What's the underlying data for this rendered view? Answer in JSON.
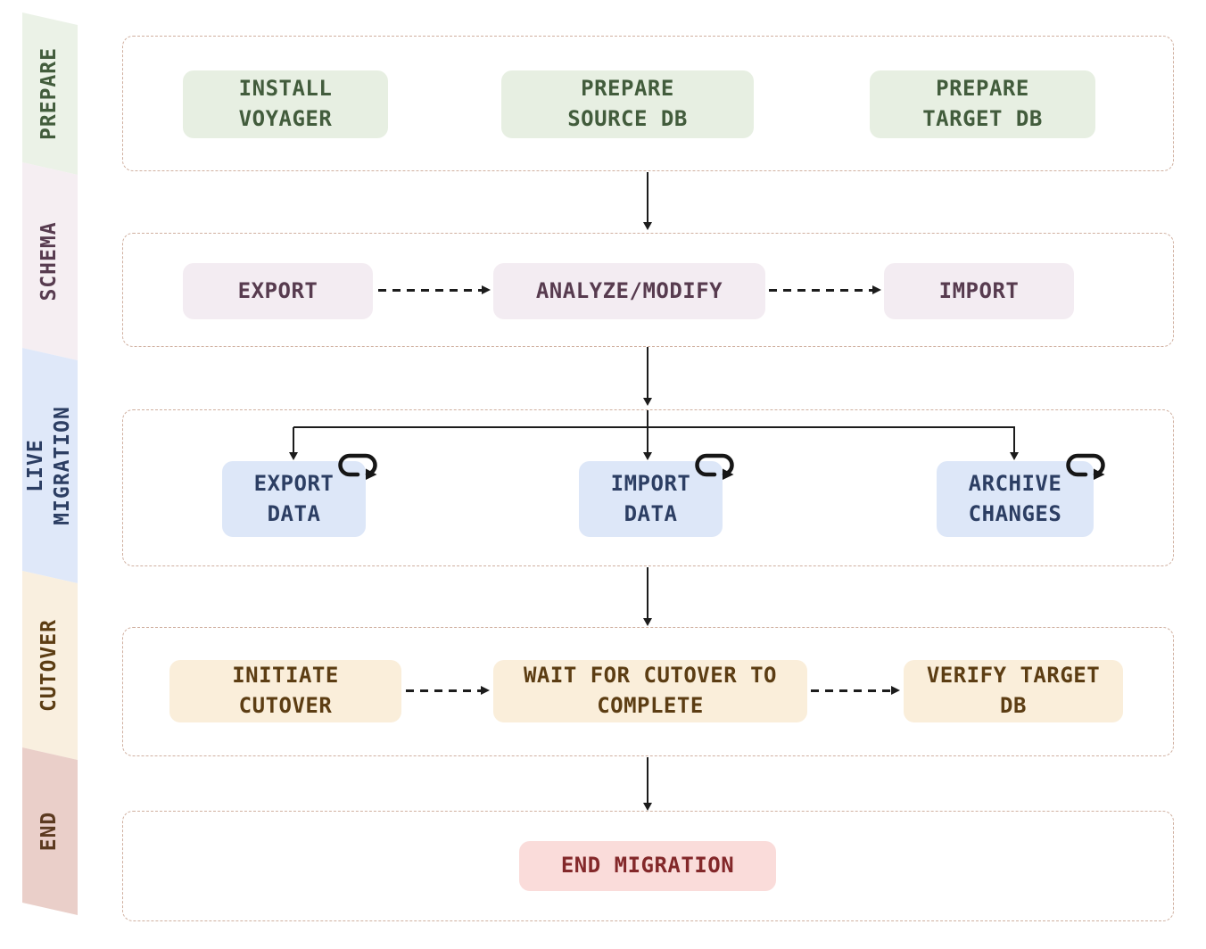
{
  "diagram": {
    "type": "flowchart",
    "subject": "database-migration-stages"
  },
  "stages": [
    {
      "id": "prepare",
      "label": "PREPARE",
      "colors": {
        "band": "#ebf2e7",
        "label": "#425c3c",
        "node_bg": "#e7efe2",
        "node_text": "#425c3c"
      },
      "nodes": [
        {
          "label": "INSTALL\nVOYAGER"
        },
        {
          "label": "PREPARE\nSOURCE DB"
        },
        {
          "label": "PREPARE\nTARGET DB"
        }
      ]
    },
    {
      "id": "schema",
      "label": "SCHEMA",
      "colors": {
        "band": "#f5eef2",
        "label": "#573b4f",
        "node_bg": "#f3ecf2",
        "node_text": "#573b4f"
      },
      "nodes": [
        {
          "label": "EXPORT"
        },
        {
          "label": "ANALYZE/MODIFY"
        },
        {
          "label": "IMPORT"
        }
      ]
    },
    {
      "id": "live-migration",
      "label": "LIVE\nMIGRATION",
      "colors": {
        "band": "#dfe8f9",
        "label": "#2c3e63",
        "node_bg": "#dde7f8",
        "node_text": "#2c3e63"
      },
      "nodes": [
        {
          "label": "EXPORT\nDATA",
          "loop_icon": true
        },
        {
          "label": "IMPORT\nDATA",
          "loop_icon": true
        },
        {
          "label": "ARCHIVE\nCHANGES",
          "loop_icon": true
        }
      ]
    },
    {
      "id": "cutover",
      "label": "CUTOVER",
      "colors": {
        "band": "#f9efdf",
        "label": "#5c3d13",
        "node_bg": "#faeeda",
        "node_text": "#5c3d13"
      },
      "nodes": [
        {
          "label": "INITIATE\nCUTOVER"
        },
        {
          "label": "WAIT FOR CUTOVER TO\nCOMPLETE"
        },
        {
          "label": "VERIFY TARGET\nDB"
        }
      ]
    },
    {
      "id": "end",
      "label": "END",
      "colors": {
        "band": "#eacfc9",
        "label": "#5c3a20",
        "node_bg": "#fadcda",
        "node_text": "#83282a"
      },
      "nodes": [
        {
          "label": "END MIGRATION"
        }
      ]
    }
  ],
  "connectors": {
    "solid_arrow_color": "#1c1c1c",
    "dashed_arrow_color": "#1c1c1c",
    "container_border_color": "#d0b0a0"
  },
  "icons": {
    "loop": "repeat-loop-arrow"
  }
}
